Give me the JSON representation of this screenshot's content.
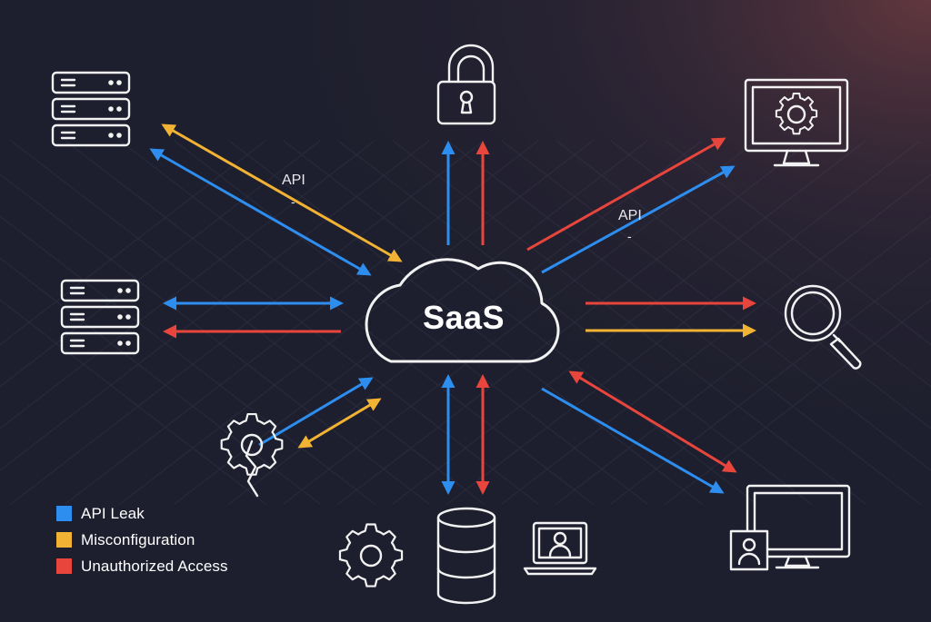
{
  "center": {
    "label": "SaaS"
  },
  "annotations": [
    {
      "id": "left-api",
      "text": "API",
      "sub": "-"
    },
    {
      "id": "right-api",
      "text": "API",
      "sub": "-"
    }
  ],
  "legend": [
    {
      "label": "API Leak",
      "color": "#2d8ef0"
    },
    {
      "label": "Misconfiguration",
      "color": "#f2b234"
    },
    {
      "label": "Unauthorized Access",
      "color": "#e8453c"
    }
  ],
  "colors": {
    "api_leak": "#2d8ef0",
    "misconfiguration": "#f2b234",
    "unauthorized_access": "#e8453c",
    "background": "#1e1f2e",
    "icon_stroke": "#f2f2f2"
  },
  "icons": [
    "server-rack-icon",
    "padlock-icon",
    "monitor-gear-icon",
    "magnifier-icon",
    "monitor-user-icon",
    "laptop-user-icon",
    "database-icon",
    "gear-icon",
    "broken-gear-icon",
    "cloud-icon"
  ]
}
